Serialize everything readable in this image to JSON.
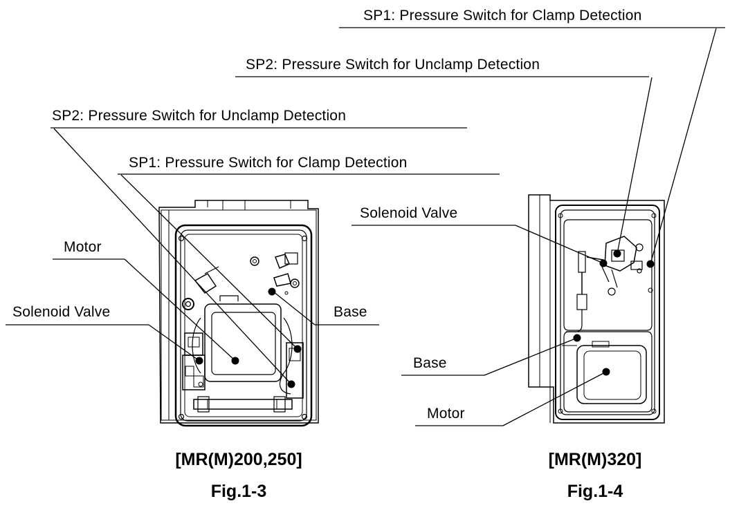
{
  "fig_left": {
    "labels": {
      "sp2": "SP2: Pressure Switch for Unclamp Detection",
      "sp1": "SP1: Pressure Switch for Clamp Detection",
      "motor": "Motor",
      "solenoid": "Solenoid Valve",
      "base": "Base"
    },
    "model": "[MR(M)200,250]",
    "figure": "Fig.1-3"
  },
  "fig_right": {
    "labels": {
      "sp1": "SP1: Pressure Switch for Clamp Detection",
      "sp2": "SP2: Pressure Switch for Unclamp Detection",
      "solenoid": "Solenoid Valve",
      "base": "Base",
      "motor": "Motor"
    },
    "model": "[MR(M)320]",
    "figure": "Fig.1-4"
  }
}
